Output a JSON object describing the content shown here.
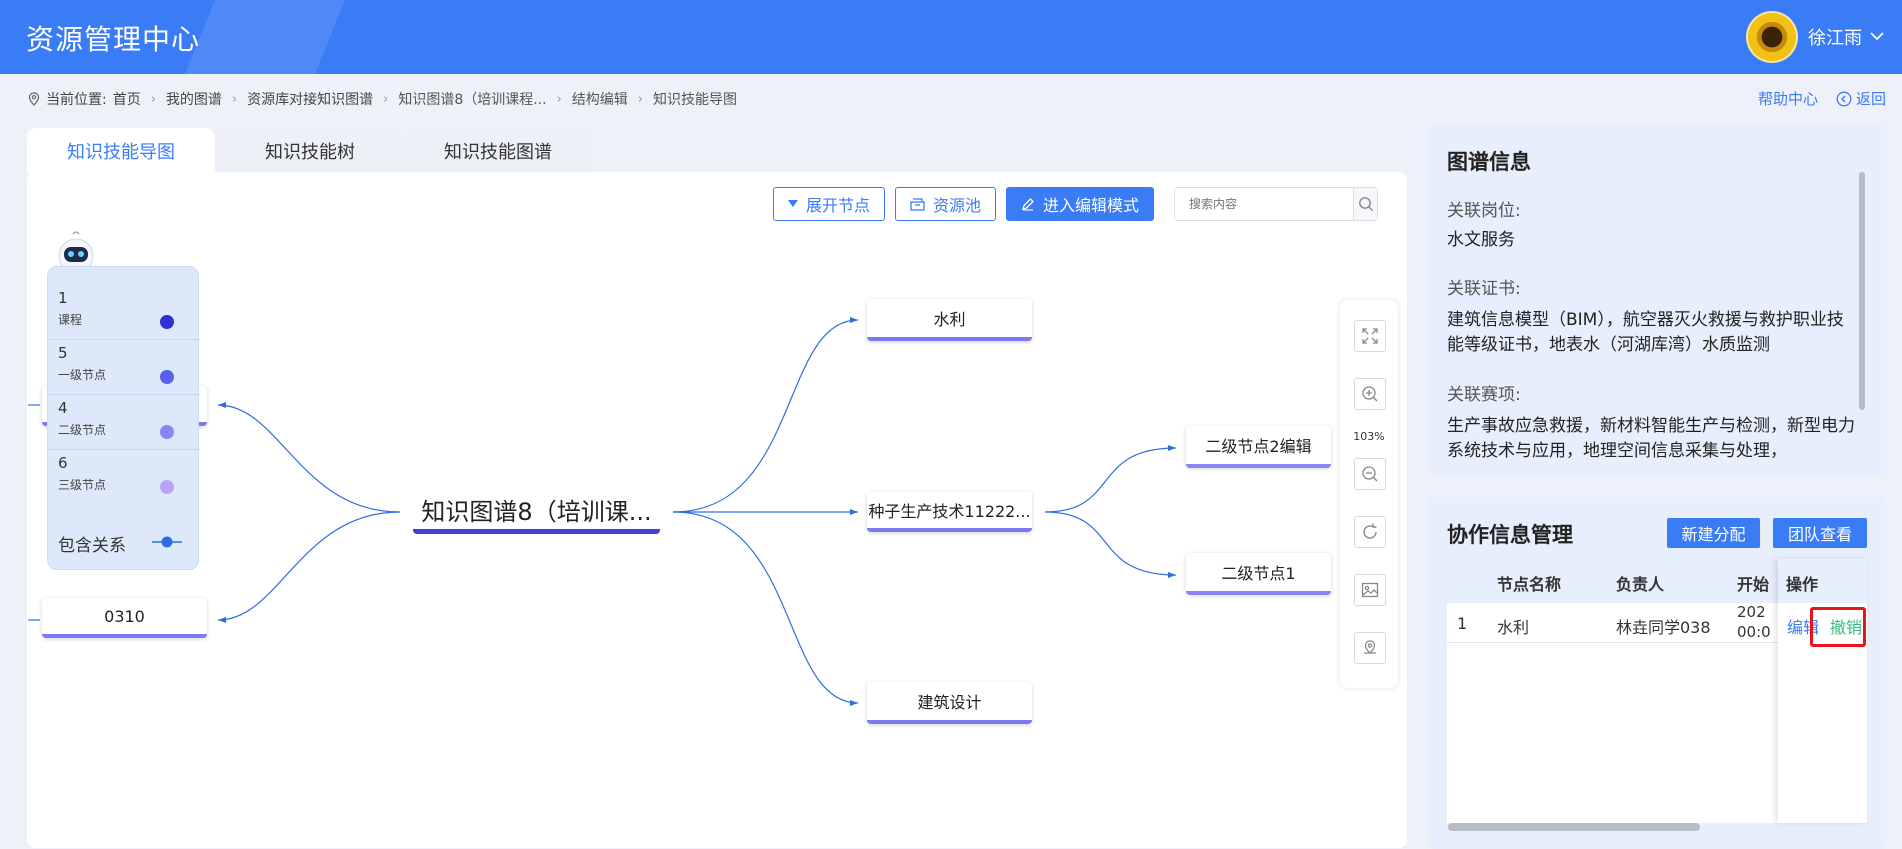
{
  "header": {
    "app_title": "资源管理中心",
    "user_name": "徐江雨",
    "brand_color": "#3a7cf6"
  },
  "breadcrumb": {
    "prefix": "当前位置:",
    "items": [
      "首页",
      "我的图谱",
      "资源库对接知识图谱",
      "知识图谱8（培训课程...",
      "结构编辑",
      "知识技能导图"
    ]
  },
  "top_links": {
    "help": "帮助中心",
    "back": "返回"
  },
  "tabs": [
    "知识技能导图",
    "知识技能树",
    "知识技能图谱"
  ],
  "toolbar": {
    "expand": "展开节点",
    "pool": "资源池",
    "edit_mode": "进入编辑模式",
    "search_placeholder": "搜索内容"
  },
  "legend": [
    {
      "count": "1",
      "label": "课程",
      "color": "#2c32d3"
    },
    {
      "count": "5",
      "label": "一级节点",
      "color": "#5a5ff0"
    },
    {
      "count": "4",
      "label": "二级节点",
      "color": "#8b84f2"
    },
    {
      "count": "6",
      "label": "三级节点",
      "color": "#b8a4f5"
    }
  ],
  "legend_relation": "包含关系",
  "mindmap": {
    "root": "知识图谱8（培训课...",
    "left_nodes": [
      "",
      "0310"
    ],
    "right_nodes": [
      "水利",
      "种子生产技术11222...",
      "建筑设计"
    ],
    "level2_nodes": [
      "二级节点2编辑",
      "二级节点1"
    ]
  },
  "zoom": {
    "level": "103%"
  },
  "graph_info": {
    "title": "图谱信息",
    "post_label": "关联岗位:",
    "post_value": "水文服务",
    "cert_label": "关联证书:",
    "cert_value": "建筑信息模型（BIM），航空器灭火救援与救护职业技能等级证书，地表水（河湖库湾）水质监测",
    "contest_label": "关联赛项:",
    "contest_value": "生产事故应急救援，新材料智能生产与检测，新型电力系统技术与应用，地理空间信息采集与处理，"
  },
  "collab": {
    "title": "协作信息管理",
    "new_assign": "新建分配",
    "team_view": "团队查看",
    "columns": [
      "节点名称",
      "负责人",
      "开始",
      "操作"
    ],
    "rows": [
      {
        "index": "1",
        "node": "水利",
        "owner": "林垚同学038",
        "start_line1": "202",
        "start_line2": "00:0",
        "edit": "编辑",
        "revoke": "撤销"
      }
    ]
  }
}
